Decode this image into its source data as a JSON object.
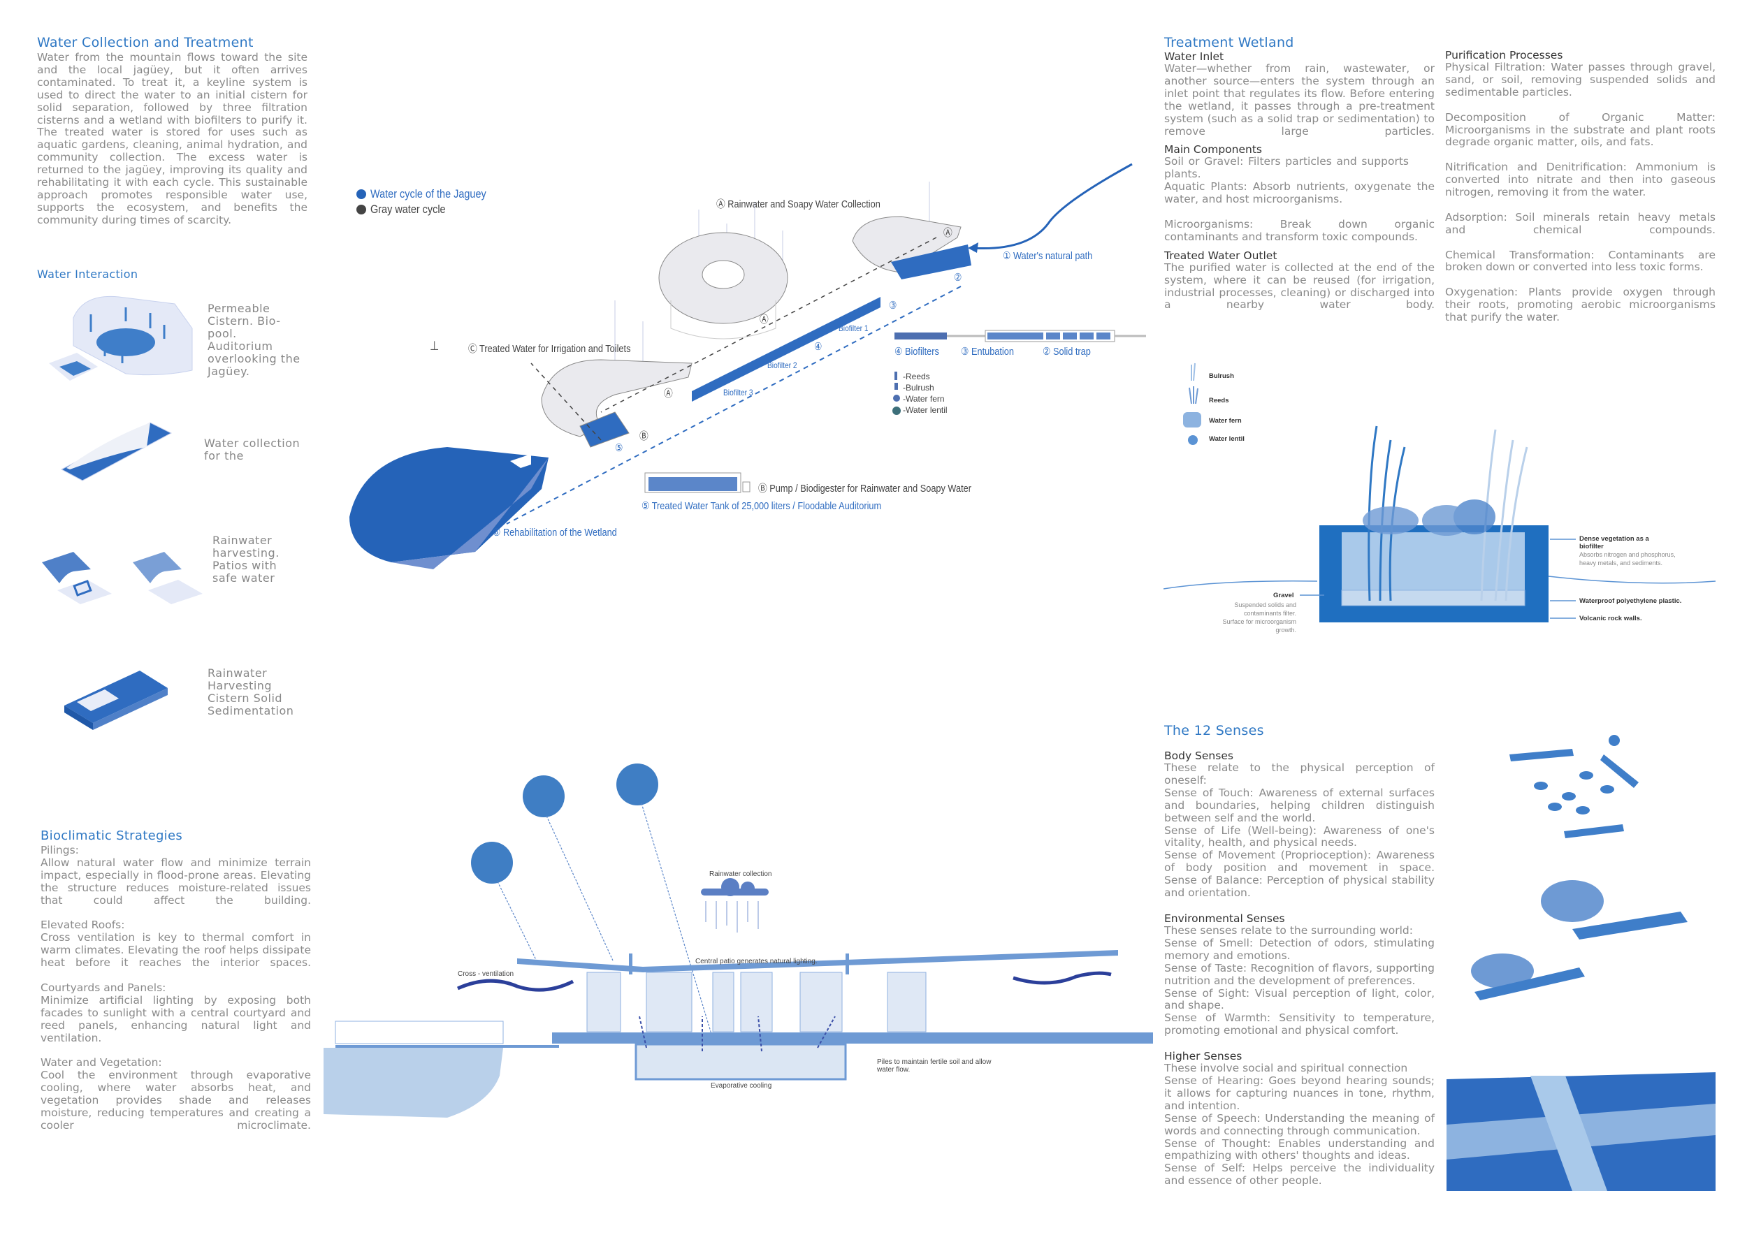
{
  "water_collection": {
    "title": "Water Collection and Treatment",
    "body": "Water from the mountain flows toward the site and the local jagüey, but it often arrives contaminated. To treat it, a keyline system is used to direct the water to an initial cistern for solid separation, followed by three filtration cisterns and a wetland with biofilters to purify it. The treated water is stored for uses such as aquatic gardens, cleaning, animal hydration, and community collection. The excess water is returned to the jagüey, improving its quality and rehabilitating it with each cycle. This sustainable approach promotes responsible water use, supports the ecosystem, and benefits the community during times of scarcity."
  },
  "water_interaction": {
    "title": "Water Interaction",
    "items": [
      {
        "label": "Permeable Cistern. Bio-pool. Auditorium overlooking the Jagüey."
      },
      {
        "label": "Water collection for the"
      },
      {
        "label": "Rainwater harvesting. Patios with safe water"
      },
      {
        "label": "Rainwater Harvesting Cistern Solid Sedimentation"
      }
    ]
  },
  "bioclimatic": {
    "title": "Bioclimatic Strategies",
    "sections": [
      {
        "heading": "Pilings:",
        "body": "Allow natural water flow and minimize terrain impact, especially in flood-prone areas. Elevating the structure reduces moisture-related issues that could affect the building."
      },
      {
        "heading": "Elevated Roofs:",
        "body": "Cross ventilation is key to thermal comfort in warm climates. Elevating the roof helps dissipate heat before it reaches the interior spaces."
      },
      {
        "heading": "Courtyards and Panels:",
        "body": "Minimize artificial lighting by exposing both facades to sunlight with a central courtyard and reed panels, enhancing natural light and ventilation."
      },
      {
        "heading": "Water and Vegetation:",
        "body": "Cool the environment through evaporative cooling, where water absorbs heat, and vegetation provides shade and releases moisture, reducing temperatures and creating a cooler microclimate."
      }
    ]
  },
  "axon": {
    "legend": [
      {
        "label": "Water cycle of the Jaguey",
        "color": "#2563b8"
      },
      {
        "label": "Gray water cycle",
        "color": "#444444"
      }
    ],
    "labels": {
      "rain_collection": "Ⓐ Rainwater and Soapy Water Collection",
      "natural_path": "① Water's natural path",
      "treated_irrigation": "Ⓒ Treated Water for Irrigation and Toilets",
      "biofilter1": "Biofilter 1",
      "biofilter2": "Biofilter 2",
      "biofilter3": "Biofilter 3",
      "n2": "②",
      "n3": "③",
      "n4": "④",
      "n5": "⑤",
      "a1": "Ⓐ",
      "a2": "Ⓐ",
      "a3": "Ⓐ",
      "b": "Ⓑ",
      "pump": "Ⓑ Pump / Biodigester for Rainwater and Soapy Water",
      "tank": "⑤ Treated Water Tank of 25,000 liters / Floodable Auditorium",
      "rehab": "⑥ Rehabilitation of the Wetland",
      "biofilters": "④ Biofilters",
      "entubation": "③ Entubation",
      "solid_trap": "② Solid trap"
    },
    "plants": [
      "-Reeds",
      "-Bulrush",
      "-Water fern",
      "-Water lentil"
    ]
  },
  "section": {
    "rain": "Rainwater collection",
    "patio": "Central patio generates natural lighting.",
    "cross": "Cross - ventilation",
    "evap": "Evaporative cooling",
    "piles": "Piles to maintain fertile soil and allow water flow."
  },
  "wetland": {
    "title": "Treatment Wetland",
    "inlet_heading": "Water Inlet",
    "inlet_body": "Water—whether from rain, wastewater, or another source—enters the system through an inlet point that regulates its flow. Before entering the wetland, it passes through a pre-treatment system (such as a solid trap or sedimentation) to remove large particles.",
    "components_heading": "Main Components",
    "components": [
      "Soil or Gravel: Filters particles and supports plants.",
      "Aquatic Plants: Absorb nutrients, oxygenate the water, and host microorganisms.",
      "Microorganisms: Break down organic contaminants and transform toxic compounds."
    ],
    "outlet_heading": "Treated Water Outlet",
    "outlet_body": "The purified water is collected at the end of the system, where it can be reused (for irrigation, industrial processes, cleaning) or discharged into a nearby water body.",
    "processes_heading": "Purification Processes",
    "processes": [
      "Physical Filtration: Water passes through gravel, sand, or soil, removing suspended solids and sedimentable particles.",
      "Decomposition of Organic Matter: Microorganisms in the substrate and plant roots degrade organic matter, oils, and fats.",
      "Nitrification and Denitrification: Ammonium is converted into nitrate and then into gaseous nitrogen, removing it from the water.",
      "Adsorption: Soil minerals retain heavy metals and chemical compounds.",
      "Chemical Transformation: Contaminants are broken down or converted into less toxic forms.",
      "Oxygenation: Plants provide oxygen through their roots, promoting aerobic microorganisms that purify the water."
    ],
    "legend": [
      "Bulrush",
      "Reeds",
      "Water fern",
      "Water lentil"
    ],
    "annotations": {
      "dense": "Dense vegetation as a biofilter",
      "dense_sub": "Absorbs nitrogen and phosphorus, heavy metals, and sediments.",
      "plastic": "Waterproof polyethylene plastic.",
      "walls": "Volcanic rock walls.",
      "gravel": "Gravel",
      "gravel_sub1": "Suspended solids and contaminants filter.",
      "gravel_sub2": "Surface for microorganism growth."
    }
  },
  "senses": {
    "title": "The 12 Senses",
    "groups": [
      {
        "heading": "Body Senses",
        "lines": [
          "These relate to the physical perception of oneself:",
          "Sense of Touch: Awareness of external surfaces and boundaries, helping children distinguish between self and the world.",
          "Sense of Life (Well-being): Awareness of one's vitality, health, and physical needs.",
          "Sense of Movement (Proprioception): Awareness of body position and movement in space.",
          "Sense of Balance: Perception of physical stability and orientation."
        ]
      },
      {
        "heading": "Environmental Senses",
        "lines": [
          "These senses relate to the surrounding world:",
          "Sense of Smell: Detection of odors, stimulating memory and emotions.",
          "Sense of Taste: Recognition of flavors, supporting nutrition and the development of preferences.",
          "Sense of Sight: Visual perception of light, color, and shape.",
          "Sense of Warmth: Sensitivity to temperature, promoting emotional and physical comfort."
        ]
      },
      {
        "heading": "Higher Senses",
        "lines": [
          "These involve social and spiritual connection",
          "Sense of Hearing: Goes beyond hearing sounds; it allows for capturing nuances in tone, rhythm, and intention.",
          "Sense of Speech: Understanding the meaning of words and connecting through communication.",
          "Sense of Thought: Enables understanding and empathizing with others' thoughts and ideas.",
          "Sense of Self: Helps perceive the individuality and essence of other people."
        ]
      }
    ]
  },
  "colors": {
    "accent": "#2f78c4",
    "deep": "#2563b8",
    "light": "#b9d0ea"
  }
}
